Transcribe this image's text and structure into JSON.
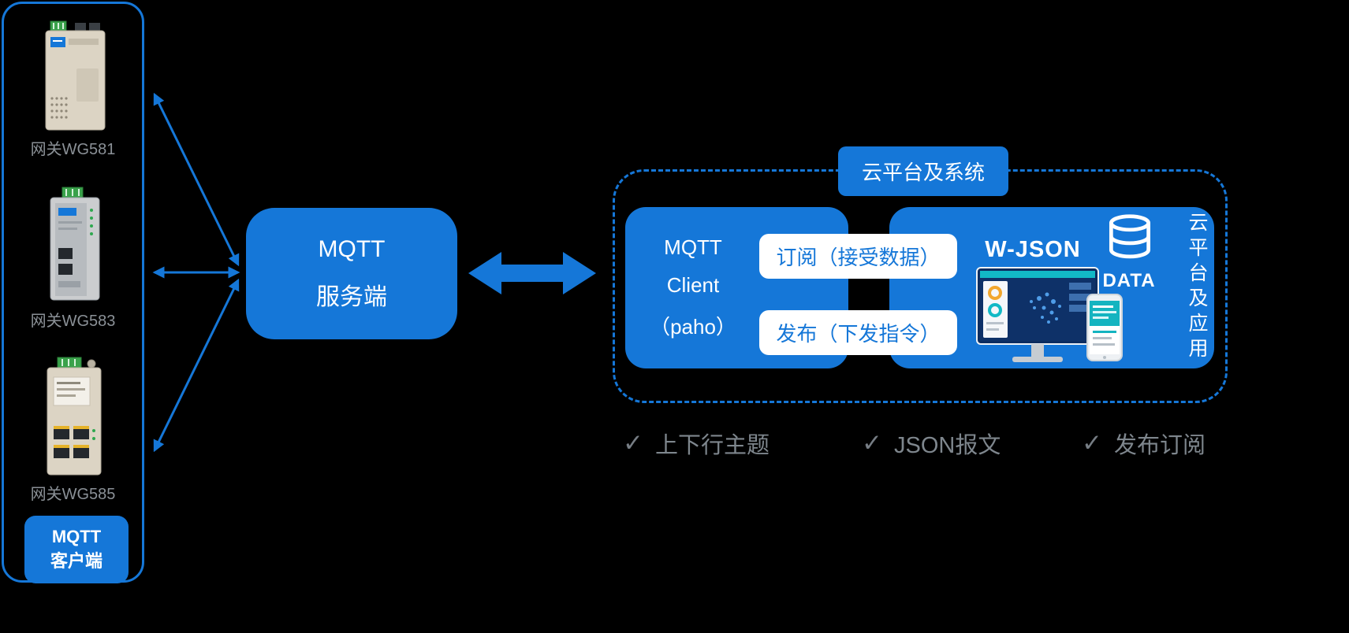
{
  "colors": {
    "primary_blue": "#1577d8",
    "background": "#000000",
    "text_grey": "#8b9197",
    "white": "#ffffff"
  },
  "left_panel": {
    "gateways": [
      {
        "label": "网关WG581"
      },
      {
        "label": "网关WG583"
      },
      {
        "label": "网关WG585"
      }
    ],
    "badge": {
      "line1": "MQTT",
      "line2": "客户端"
    }
  },
  "server": {
    "line1": "MQTT",
    "line2": "服务端"
  },
  "cloud": {
    "title": "云平台及系统",
    "client": {
      "line1": "MQTT",
      "line2": "Client",
      "line3": "（paho）"
    },
    "subscribe_button": "订阅（接受数据）",
    "publish_button": "发布（下发指令）",
    "wjson_label": "W-JSON",
    "data_label": "DATA",
    "vertical_label": "云平台及应用"
  },
  "checklist": [
    "上下行主题",
    "JSON报文",
    "发布订阅"
  ],
  "check_glyph": "✓",
  "icons": {
    "database": "database-cylinder-icon",
    "check": "checkmark-glyph"
  }
}
